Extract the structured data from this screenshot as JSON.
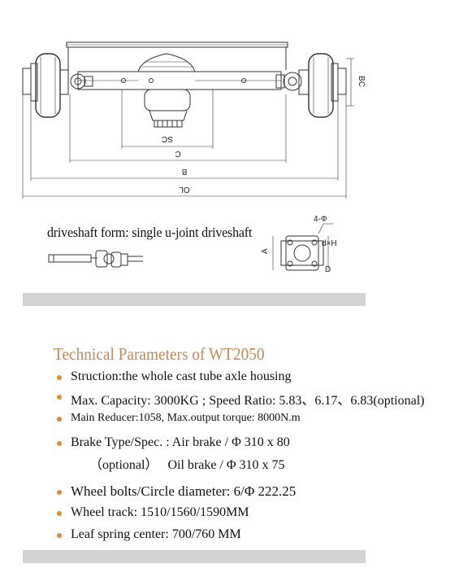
{
  "drawing": {
    "dim_labels": [
      "SC",
      "C",
      "B",
      "OL",
      "BC"
    ],
    "flange_labels": [
      "4-Φ",
      "d×H",
      "A",
      "D"
    ]
  },
  "driveshaft_caption": "driveshaft form: single u-joint driveshaft",
  "params": {
    "title": "Technical Parameters of WT2050",
    "items": [
      "Struction:the whole cast tube axle housing",
      "Max. Capacity: 3000KG ; Speed Ratio: 5.83、6.17、6.83(optional)",
      "Main Reducer:1058, Max.output torque: 8000N.m",
      "Brake Type/Spec. : Air brake / Φ 310 x 80",
      "Wheel bolts/Circle diameter: 6/Φ 222.25",
      "Wheel track: 1510/1560/1590MM",
      "Leaf spring center: 700/760 MM"
    ],
    "brake_continuation": "（optional）   Oil brake / Φ 310 x 75"
  },
  "colors": {
    "title": "#c08a5c",
    "bullet": "#e08a3c",
    "band": "#d3d3d3"
  }
}
